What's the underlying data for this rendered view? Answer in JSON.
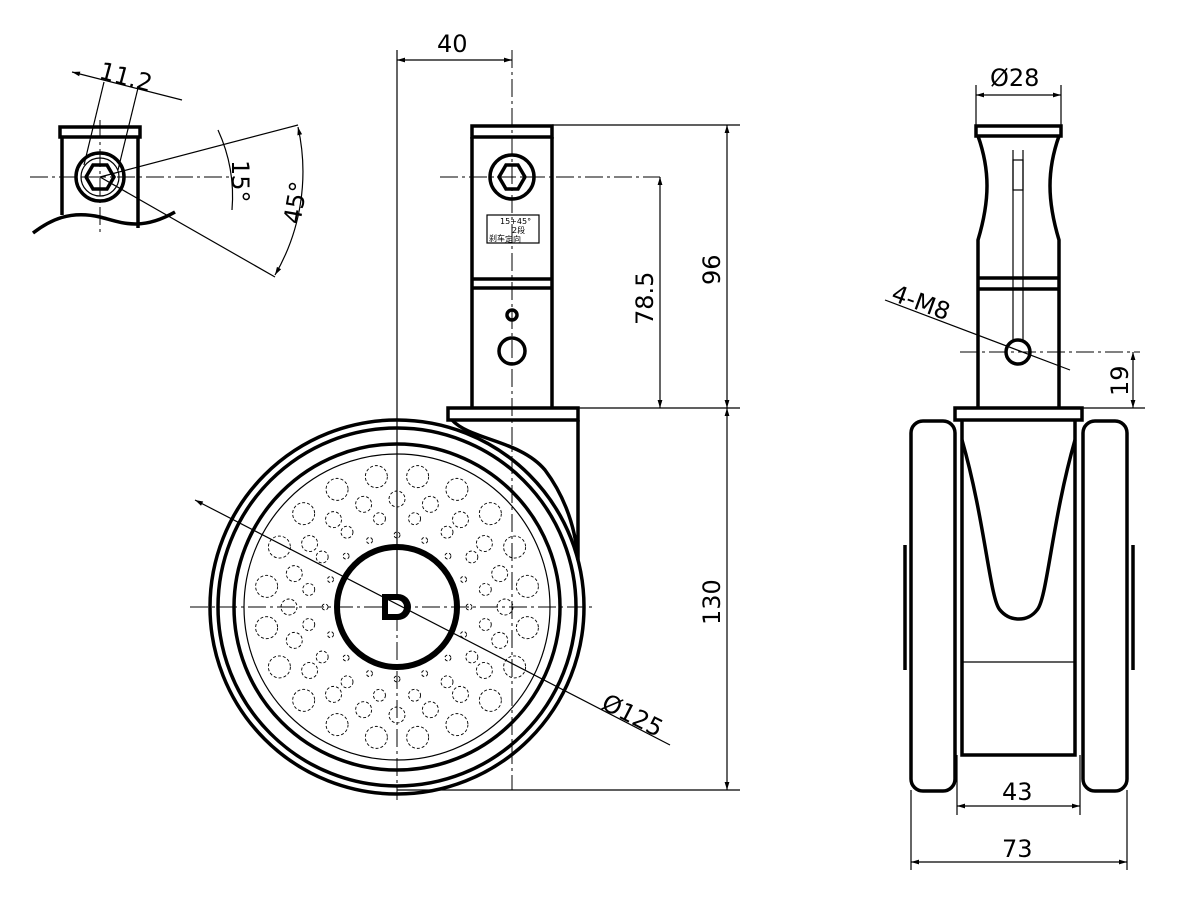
{
  "dimensions": {
    "detail_width": "11.2",
    "angle_small": "15°",
    "angle_large": "45°",
    "offset": "40",
    "total_height": "96",
    "stem_hole_height": "78.5",
    "wheel_height": "130",
    "wheel_diameter": "Ø125",
    "stem_diameter": "Ø28",
    "thread": "4-M8",
    "hole_height": "19",
    "inner_width": "43",
    "outer_width": "73"
  },
  "stem_label": {
    "line1": "15+45°",
    "line2": "2段",
    "side": "刹车",
    "bottom": "定向"
  },
  "hub_logo": "D"
}
